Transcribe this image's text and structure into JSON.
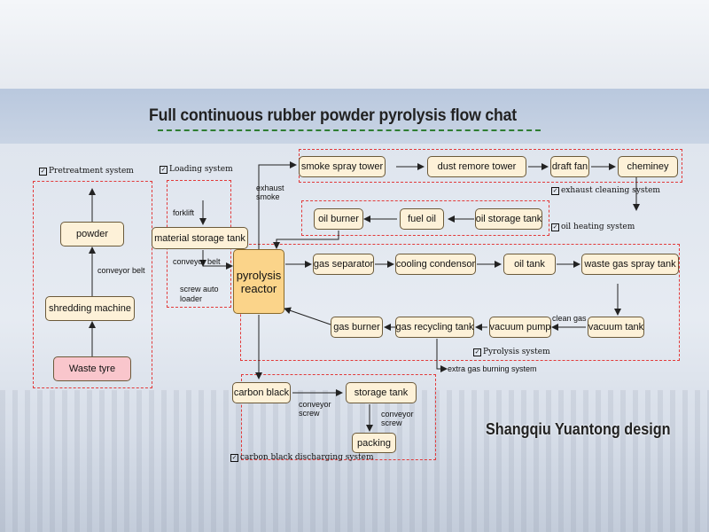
{
  "title": "Full continuous rubber powder pyrolysis flow chat",
  "watermark": "Shangqiu Yuantong design",
  "groups": {
    "pretreatment": "Pretreatment system",
    "loading": "Loading system",
    "exhaust": "exhaust cleaning system",
    "oil_heating": "oil heating system",
    "pyrolysis": "Pyrolysis system",
    "carbon_black": "carbon black discharging system"
  },
  "boxes": {
    "waste_tyre": "Waste tyre",
    "shredding_machine": "shredding machine",
    "powder": "powder",
    "material_storage_tank": "material storage tank",
    "reactor_line1": "pyrolysis",
    "reactor_line2": "reactor",
    "smoke_spray_tower": "smoke spray tower",
    "dust_remore_tower": "dust remore tower",
    "draft_fan": "draft fan",
    "cheminey": "cheminey",
    "oil_burner": "oil burner",
    "fuel_oil": "fuel oil",
    "oil_storage_tank": "oil storage tank",
    "gas_separator": "gas separator",
    "cooling_condensor": "cooling condensor",
    "oil_tank": "oil tank",
    "waste_gas_spray_tank": "waste gas spray tank",
    "vacuum_tank": "vacuum tank",
    "vacuum_pump": "vacuum pump",
    "gas_recycling_tank": "gas recycling tank",
    "gas_burner": "gas burner",
    "carbon_black": "carbon black",
    "storage_tank": "storage tank",
    "packing": "packing"
  },
  "labels": {
    "conveyor_belt_1": "conveyor belt",
    "forklift": "forklift",
    "conveyor_belt_2": "conveyor belt",
    "screw_auto_loader_1": "screw auto",
    "screw_auto_loader_2": "loader",
    "exhaust_smoke_1": "exhaust",
    "exhaust_smoke_2": "smoke",
    "clean_gas": "clean gas",
    "extra_gas": "extra gas burning system",
    "conveyor_screw_1a": "conveyor",
    "conveyor_screw_1b": "screw",
    "conveyor_screw_2a": "conveyor",
    "conveyor_screw_2b": "screw"
  },
  "colors": {
    "box_fill": "#fdf1d8",
    "waste_tyre_fill": "#f9c6cc",
    "reactor_fill": "#fbd48a",
    "group_border": "#e23a3a",
    "title_underline": "#2e7d32"
  }
}
